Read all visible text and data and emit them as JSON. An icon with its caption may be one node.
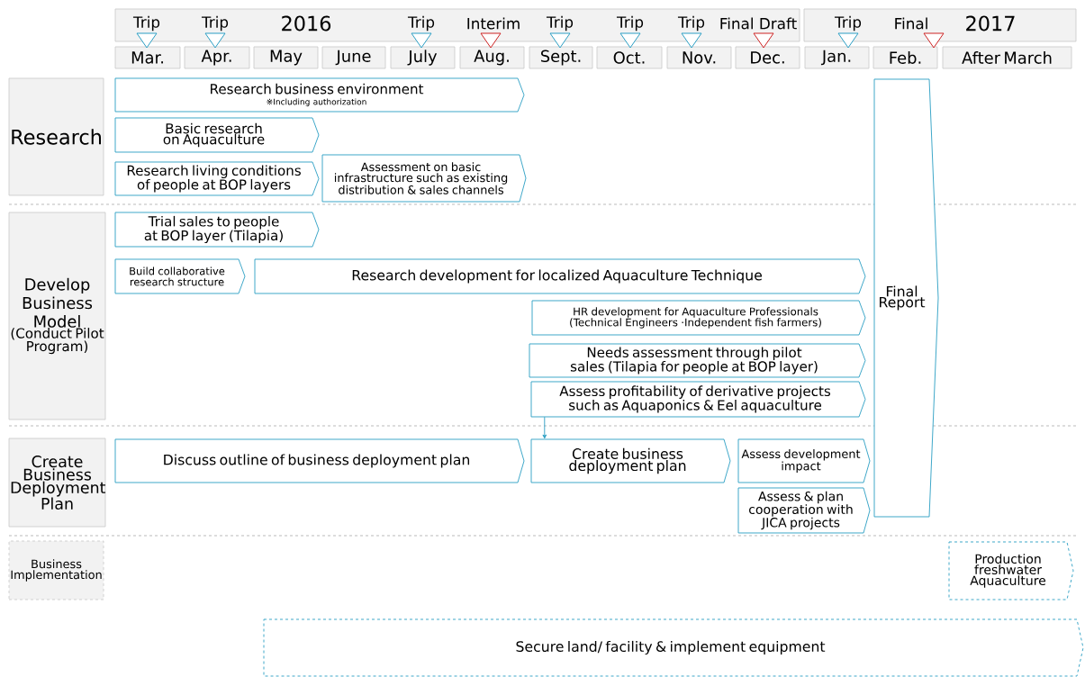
{
  "diagram": {
    "nodes": [
      {
        "text": [
          "2016"
        ]
      },
      {
        "text": [
          "2017"
        ]
      },
      {
        "text": [
          "Mar."
        ]
      },
      {
        "text": [
          "Apr."
        ]
      },
      {
        "text": [
          "May"
        ]
      },
      {
        "text": [
          "June"
        ]
      },
      {
        "text": [
          "July"
        ]
      },
      {
        "text": [
          "Aug."
        ]
      },
      {
        "text": [
          "Sept."
        ]
      },
      {
        "text": [
          "Oct."
        ]
      },
      {
        "text": [
          "Nov."
        ]
      },
      {
        "text": [
          "Dec."
        ]
      },
      {
        "text": [
          "Jan."
        ]
      },
      {
        "text": [
          "Feb."
        ]
      },
      {
        "text": [
          "After March"
        ]
      },
      {
        "text": [
          "Research"
        ]
      },
      {
        "text": [
          "Research business environment",
          "※Including authorization"
        ]
      },
      {
        "text": [
          "Basic research on Aquaculture"
        ]
      },
      {
        "text": [
          "Research living conditions of people at BOP layers"
        ]
      },
      {
        "text": [
          "Assessment on basic infrastructure such as existing distribution & sales channels"
        ]
      },
      {
        "text": [
          "Develop Business Model",
          "(Conduct Pilot Program)"
        ]
      },
      {
        "text": [
          "Trial sales to people at BOP layer (Tilapia)"
        ]
      },
      {
        "text": [
          "Build collaborative research structure"
        ]
      },
      {
        "text": [
          "Research development for localized Aquaculture Technique"
        ]
      },
      {
        "text": [
          "HR development for Aquaculture Professionals (Technical Engineers ·Independent fish farmers)"
        ]
      },
      {
        "text": [
          "Needs assessment through pilot sales (Tilapia for people at BOP layer)"
        ]
      },
      {
        "text": [
          "Assess profitability of derivative projects such as Aquaponics & Eel aquaculture"
        ]
      },
      {
        "text": [
          "Create Business Deployment Plan"
        ]
      },
      {
        "text": [
          "Discuss outline of business deployment plan"
        ]
      },
      {
        "text": [
          "Create business deployment plan"
        ]
      },
      {
        "text": [
          "Assess development impact"
        ]
      },
      {
        "text": [
          "Assess & plan cooperation with JICA projects"
        ]
      },
      {
        "text": [
          "Final Report"
        ]
      },
      {
        "text": [
          "Business Implementation"
        ]
      },
      {
        "text": [
          "Production freshwater Aquaculture"
        ]
      },
      {
        "text": [
          "Secure land/ facility & implement equipment"
        ]
      }
    ],
    "edges": [
      {
        "from": 26,
        "to": 29,
        "arrow": "to"
      }
    ],
    "labels": [
      "Trip",
      "Trip",
      "Trip",
      "Interim",
      "Trip",
      "Trip",
      "Trip",
      "Final Draft",
      "Trip",
      "Final"
    ]
  }
}
